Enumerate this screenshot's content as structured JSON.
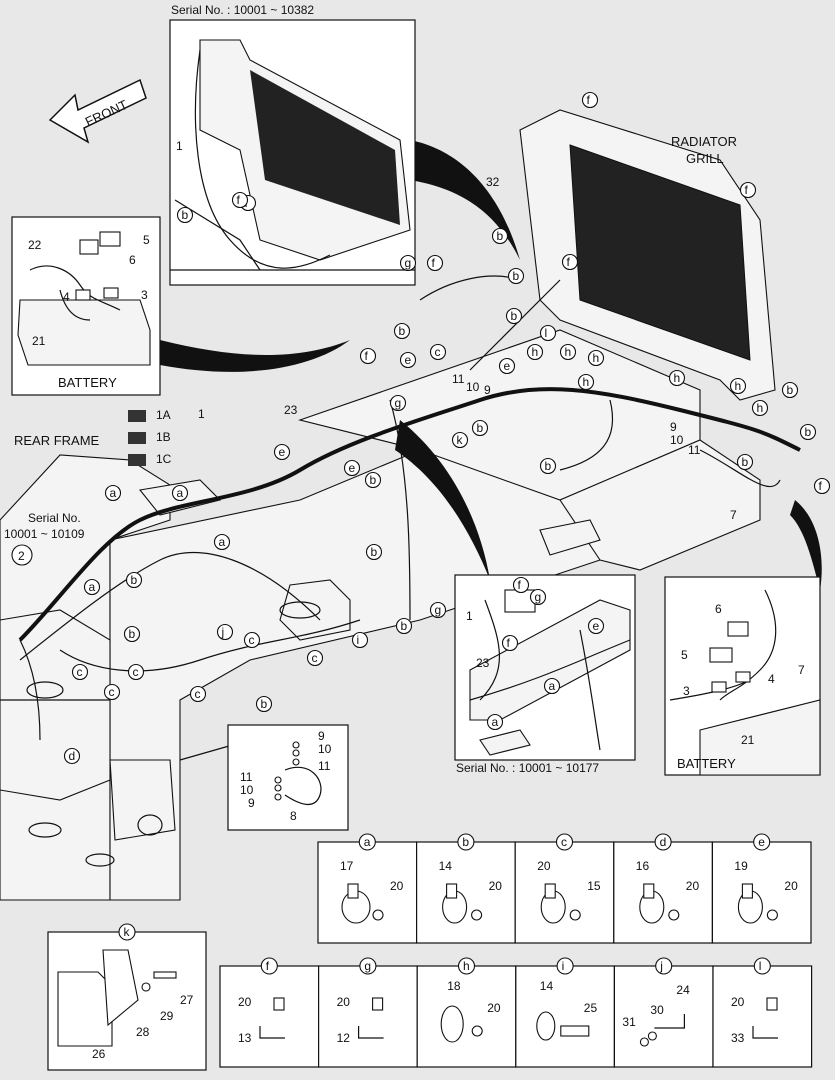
{
  "labels": {
    "serial_top": "Serial No. : 10001 ~ 10382",
    "front": "FRONT",
    "radiator_line1": "RADIATOR",
    "radiator_line2": "GRILL",
    "battery_left": "BATTERY",
    "battery_right": "BATTERY",
    "rear_frame": "REAR FRAME",
    "serial_left_line1": "Serial No.",
    "serial_left_line2": "10001 ~ 10109",
    "serial_mid": "Serial No. : 10001 ~ 10177"
  },
  "detail_letters": [
    "a",
    "b",
    "c",
    "d",
    "e",
    "f",
    "g",
    "h",
    "i",
    "j",
    "k",
    "l"
  ],
  "parts_numbers": [
    "1",
    "1A",
    "1B",
    "1C",
    "2",
    "3",
    "4",
    "5",
    "6",
    "7",
    "8",
    "9",
    "10",
    "11",
    "12",
    "13",
    "14",
    "15",
    "16",
    "17",
    "18",
    "19",
    "20",
    "21",
    "22",
    "23",
    "24",
    "25",
    "26",
    "27",
    "28",
    "29",
    "30",
    "31",
    "32",
    "33"
  ],
  "detail_panels": {
    "a": {
      "letter": "a",
      "parts": [
        "17",
        "20"
      ]
    },
    "b": {
      "letter": "b",
      "parts": [
        "14",
        "20"
      ]
    },
    "c": {
      "letter": "c",
      "parts": [
        "20",
        "15"
      ]
    },
    "d": {
      "letter": "d",
      "parts": [
        "16",
        "20"
      ]
    },
    "e": {
      "letter": "e",
      "parts": [
        "19",
        "20"
      ]
    },
    "f": {
      "letter": "f",
      "parts": [
        "20",
        "13"
      ]
    },
    "g": {
      "letter": "g",
      "parts": [
        "20",
        "12"
      ]
    },
    "h": {
      "letter": "h",
      "parts": [
        "18",
        "20"
      ]
    },
    "i": {
      "letter": "i",
      "parts": [
        "14",
        "25"
      ]
    },
    "j": {
      "letter": "j",
      "parts": [
        "24",
        "30",
        "31"
      ]
    },
    "k": {
      "letter": "k",
      "parts": [
        "27",
        "29",
        "28",
        "26"
      ]
    },
    "l": {
      "letter": "l",
      "parts": [
        "20",
        "33"
      ]
    }
  },
  "callouts": {
    "battery_left": [
      "22",
      "5",
      "6",
      "4",
      "3",
      "21"
    ],
    "battery_right": [
      "6",
      "5",
      "4",
      "3",
      "7",
      "21"
    ],
    "hose_detail": [
      "9",
      "10",
      "11",
      "11",
      "10",
      "9",
      "8"
    ],
    "relay": [
      "1A",
      "1B",
      "1C",
      "1"
    ],
    "top_inset": [
      "1",
      "b",
      "f"
    ],
    "mid_inset": [
      "1",
      "f",
      "g",
      "23",
      "e",
      "a",
      "a"
    ],
    "main": [
      "23",
      "32",
      "2",
      "7",
      "9",
      "10",
      "11",
      "9",
      "10",
      "11"
    ]
  }
}
